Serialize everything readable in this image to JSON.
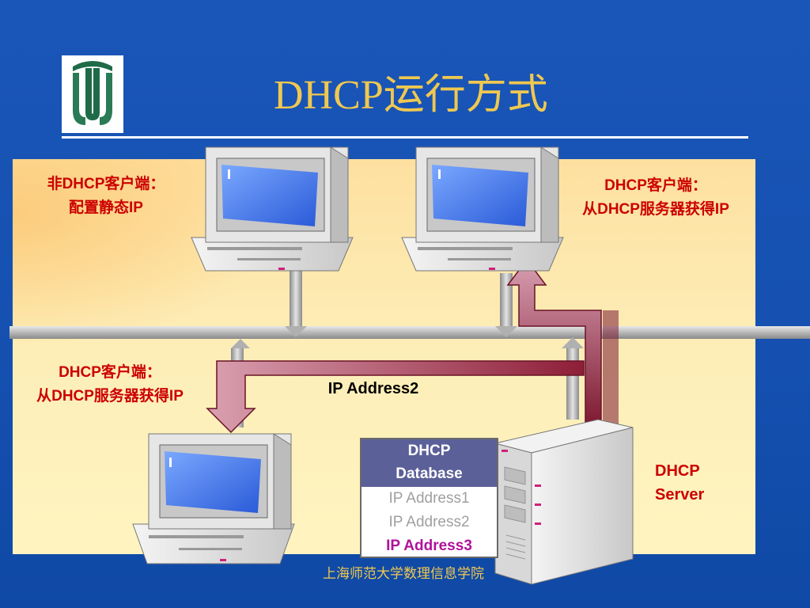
{
  "slide": {
    "title": "DHCP运行方式",
    "footer": "上海师范大学数理信息学院"
  },
  "labels": {
    "static_client": "非DHCP客户端：",
    "static_client_sub": "配置静态IP",
    "dhcp_client_top_line1": "DHCP客户端：",
    "dhcp_client_top_line2": "从DHCP服务器获得IP",
    "dhcp_client_bottom_line1": "DHCP客户端：",
    "dhcp_client_bottom_line2": "从DHCP服务器获得IP",
    "ip_address2": "IP Address2",
    "server_line1": "DHCP",
    "server_line2": "Server"
  },
  "database": {
    "header_line1": "DHCP",
    "header_line2": "Database",
    "rows": [
      "IP Address1",
      "IP Address2",
      "IP Address3"
    ],
    "highlighted_row": "IP Address3"
  },
  "colors": {
    "background": "#1550b0",
    "title": "#f0c850",
    "label_red": "#cc0000",
    "arrow": "#9e2a40",
    "db_header": "#5c6098",
    "db_highlight": "#b0129a"
  }
}
